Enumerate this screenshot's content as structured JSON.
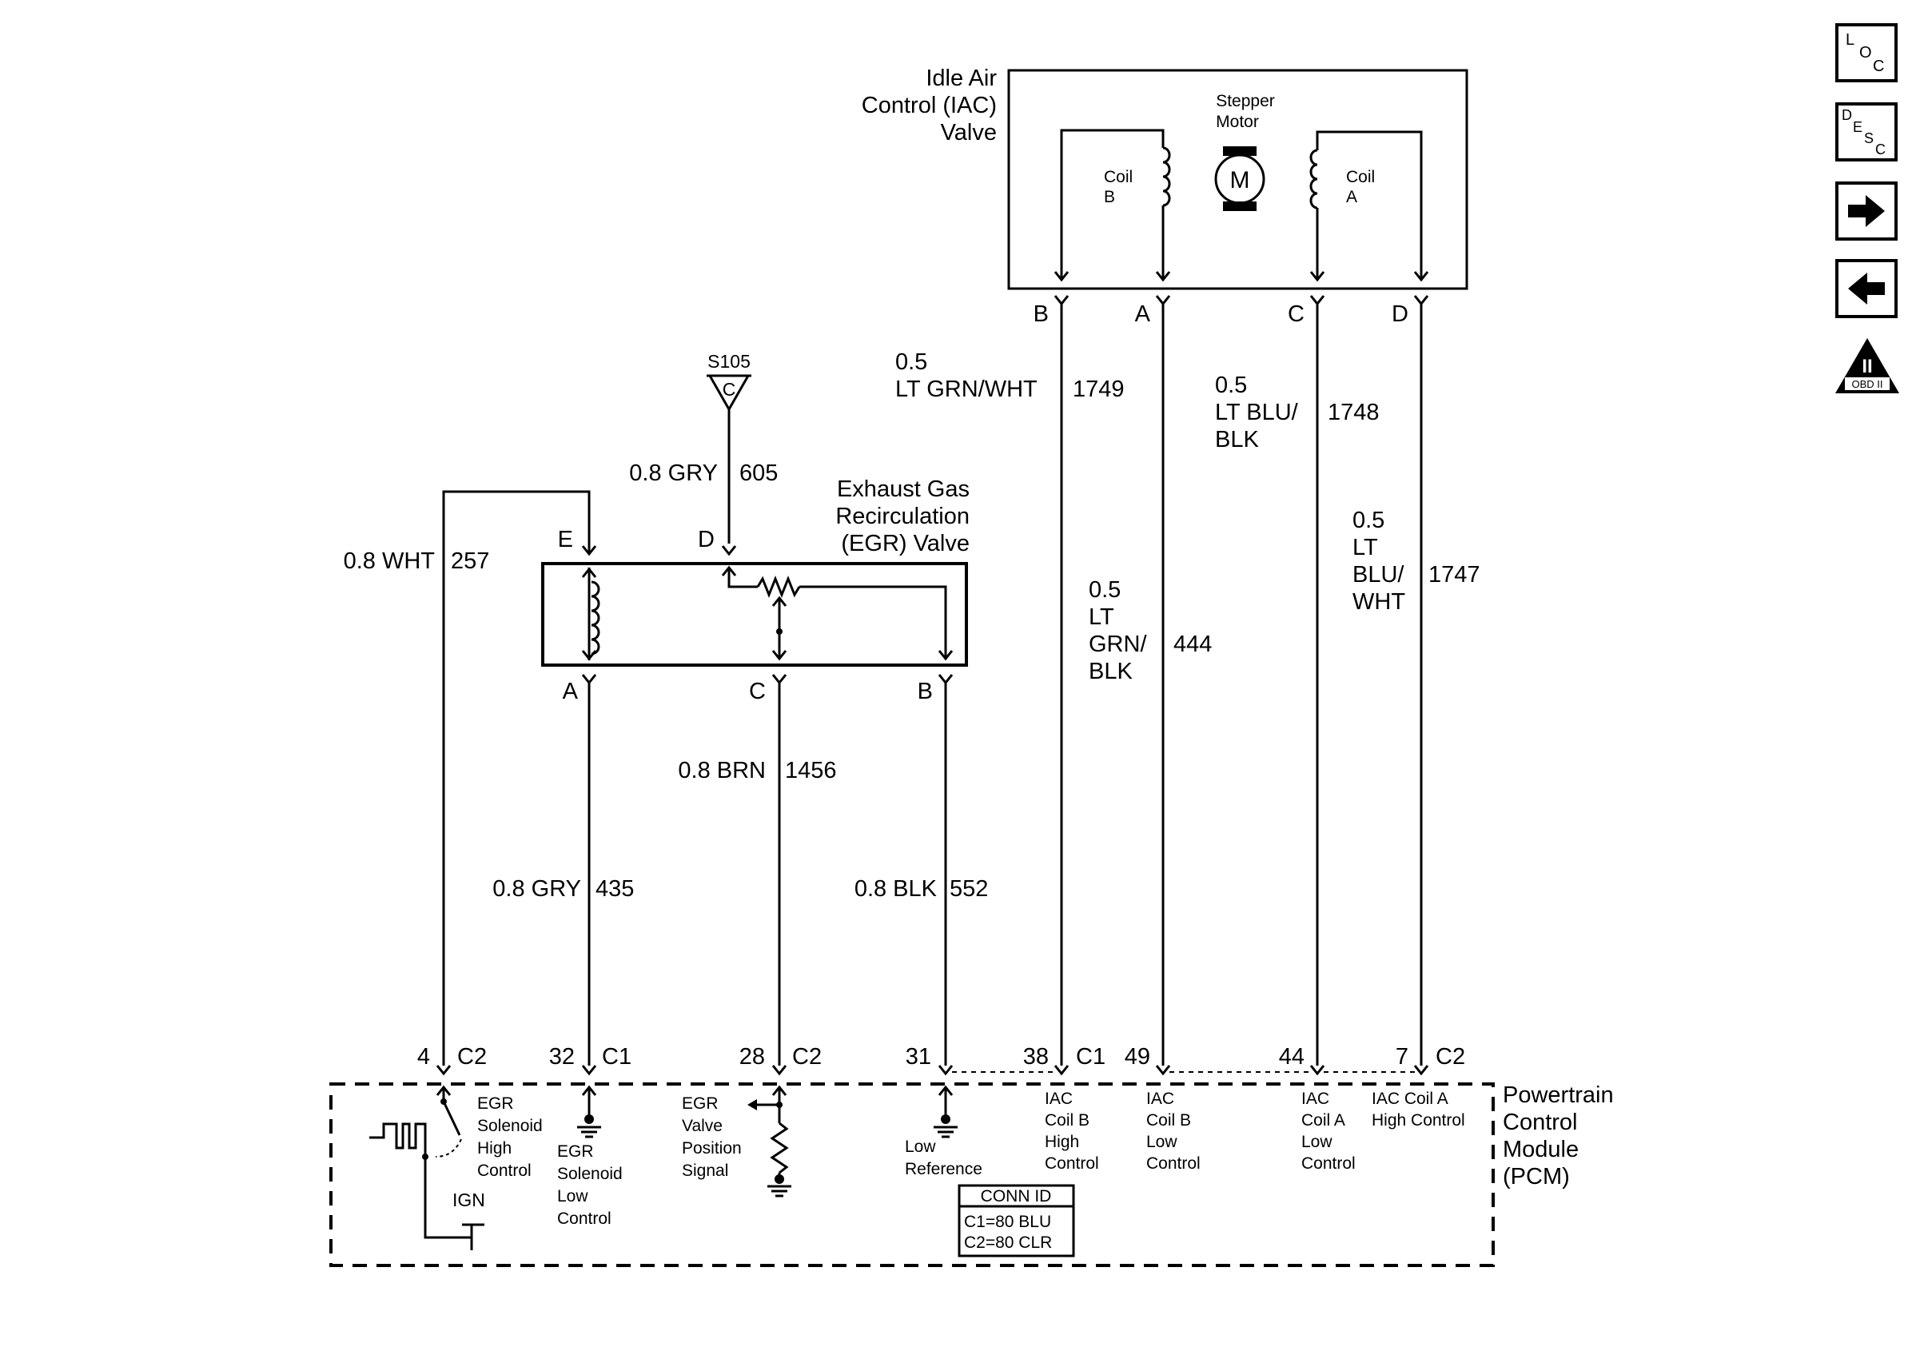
{
  "iac": {
    "title_lines": [
      "Idle Air",
      "Control (IAC)",
      "Valve"
    ],
    "motor_label_lines": [
      "Stepper",
      "Motor"
    ],
    "motor_symbol": "M",
    "coil_b_lines": [
      "Coil",
      "B"
    ],
    "coil_a_lines": [
      "Coil",
      "A"
    ],
    "pins": [
      "B",
      "A",
      "C",
      "D"
    ]
  },
  "egr": {
    "title_lines": [
      "Exhaust Gas",
      "Recirculation",
      "(EGR) Valve"
    ],
    "pin_e": "E",
    "pin_d": "D",
    "pin_a": "A",
    "pin_c": "C",
    "pin_b": "B"
  },
  "splice": {
    "name": "S105",
    "letter": "C"
  },
  "wires": {
    "w257": {
      "gauge_color": "0.8 WHT",
      "circuit": "257"
    },
    "w605": {
      "gauge_color": "0.8 GRY",
      "circuit": "605"
    },
    "w435": {
      "gauge_color": "0.8 GRY",
      "circuit": "435"
    },
    "w1456": {
      "gauge_color": "0.8 BRN",
      "circuit": "1456"
    },
    "w552": {
      "gauge_color": "0.8 BLK",
      "circuit": "552"
    },
    "w1749": {
      "gauge_lines": [
        "0.5",
        "LT GRN/WHT"
      ],
      "circuit": "1749"
    },
    "w444": {
      "gauge_lines": [
        "0.5",
        "LT",
        "GRN/",
        "BLK"
      ],
      "circuit": "444"
    },
    "w1748": {
      "gauge_lines": [
        "0.5",
        "LT BLU/",
        "BLK"
      ],
      "circuit": "1748"
    },
    "w1747": {
      "gauge_lines": [
        "0.5",
        "LT",
        "BLU/",
        "WHT"
      ],
      "circuit": "1747"
    }
  },
  "pcm": {
    "title_lines": [
      "Powertrain",
      "Control",
      "Module",
      "(PCM)"
    ],
    "terminals": [
      {
        "pin": "4",
        "conn": "C2"
      },
      {
        "pin": "32",
        "conn": "C1"
      },
      {
        "pin": "28",
        "conn": "C2"
      },
      {
        "pin": "31",
        "conn": ""
      },
      {
        "pin": "38",
        "conn": "C1"
      },
      {
        "pin": "49",
        "conn": ""
      },
      {
        "pin": "44",
        "conn": ""
      },
      {
        "pin": "7",
        "conn": "C2"
      }
    ],
    "functions": {
      "egr_high": [
        "EGR",
        "Solenoid",
        "High",
        "Control"
      ],
      "egr_low": [
        "EGR",
        "Solenoid",
        "Low",
        "Control"
      ],
      "egr_pos": [
        "EGR",
        "Valve",
        "Position",
        "Signal"
      ],
      "low_ref": [
        "Low",
        "Reference"
      ],
      "iac_b_high": [
        "IAC",
        "Coil B",
        "High",
        "Control"
      ],
      "iac_b_low": [
        "IAC",
        "Coil B",
        "Low",
        "Control"
      ],
      "iac_a_low": [
        "IAC",
        "Coil A",
        "Low",
        "Control"
      ],
      "iac_a_high": [
        "IAC Coil A",
        "High Control"
      ]
    },
    "ign": "IGN",
    "conn_id": {
      "title": "CONN ID",
      "c1": "C1=80 BLU",
      "c2": "C2=80 CLR"
    }
  },
  "nav": {
    "loc": {
      "l1": "L",
      "l2": "O",
      "l3": "C"
    },
    "desc": {
      "l1": "D",
      "l2": "E",
      "l3": "S",
      "l4": "C"
    },
    "obd": {
      "numeral": "II",
      "label": "OBD II"
    }
  }
}
